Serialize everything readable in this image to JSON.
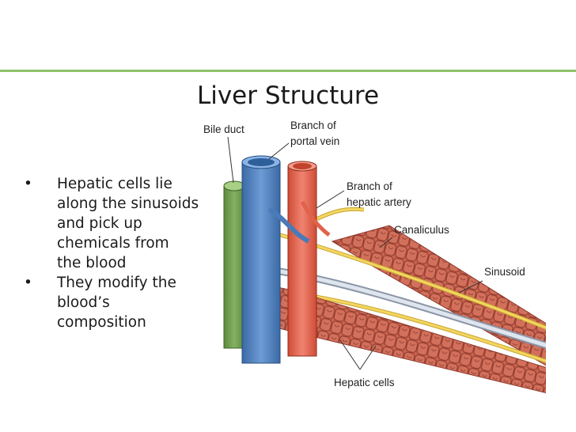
{
  "slide": {
    "title": "Liver Structure",
    "bullets": [
      {
        "symbol": "•",
        "text": "Hepatic cells lie\nalong the sinusoids\nand pick up\nchemicals from\nthe blood"
      },
      {
        "symbol": "•",
        "text": "They modify the\nblood’s\ncomposition"
      }
    ]
  },
  "figure": {
    "labels": {
      "bile_duct": "Bile duct",
      "portal_vein_1": "Branch of",
      "portal_vein_2": "portal vein",
      "hepatic_artery_1": "Branch of",
      "hepatic_artery_2": "hepatic artery",
      "canaliculus": "Canaliculus",
      "sinusoid": "Sinusoid",
      "hepatic_cells": "Hepatic cells"
    },
    "colors": {
      "accent_line": "#8fc26a",
      "bile_duct": "#6e9a4c",
      "portal_vein": "#4a7ab8",
      "hepatic_artery": "#e2614a",
      "canaliculus": "#f0d25a",
      "hepatic_cells": "#c8624e",
      "sinusoid": "#c9d3e0"
    }
  }
}
